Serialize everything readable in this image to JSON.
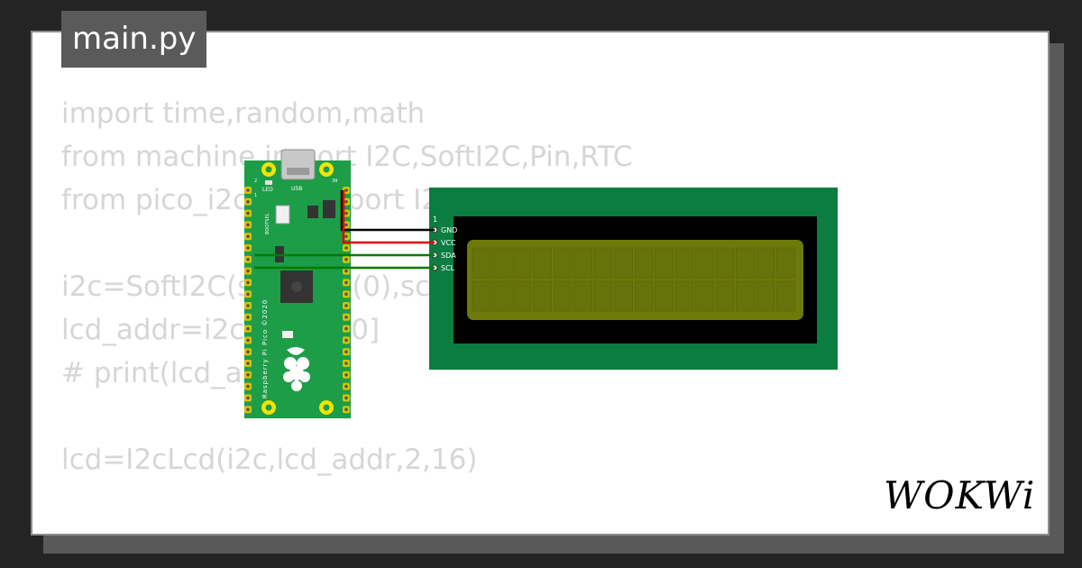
{
  "tab": {
    "filename": "main.py"
  },
  "code_lines": [
    "import time,random,math",
    "from machine import I2C,SoftI2C,Pin,RTC",
    "from pico_i2c_lcd import I2cLcd",
    "",
    "i2c=SoftI2C(sda=Pin(0),scl=Pin(1))",
    "lcd_addr=i2c.scan()[0]",
    "# print(lcd_addr)",
    "",
    "lcd=I2cLcd(i2c,lcd_addr,2,16)"
  ],
  "pico": {
    "usb_label": "USB",
    "led_label": "LED",
    "bootsel_label": "BOOTSEL",
    "pin1_label": "1",
    "pin2_label": "2",
    "pin39_label": "39",
    "board_text": "Raspberry Pi Pico ©2020"
  },
  "lcd": {
    "pin_number_label": "1",
    "pins": [
      "GND",
      "VCC",
      "SDA",
      "SCL"
    ]
  },
  "wire_colors": {
    "gnd": "#000000",
    "vcc": "#e00000",
    "sda": "#007a00",
    "scl": "#007a00"
  },
  "colors": {
    "pico_green": "#1d9d47",
    "lcd_pcb": "#0b7d40",
    "lcd_screen": "#6d7a0b"
  },
  "logo": {
    "text": "WOKWi"
  }
}
